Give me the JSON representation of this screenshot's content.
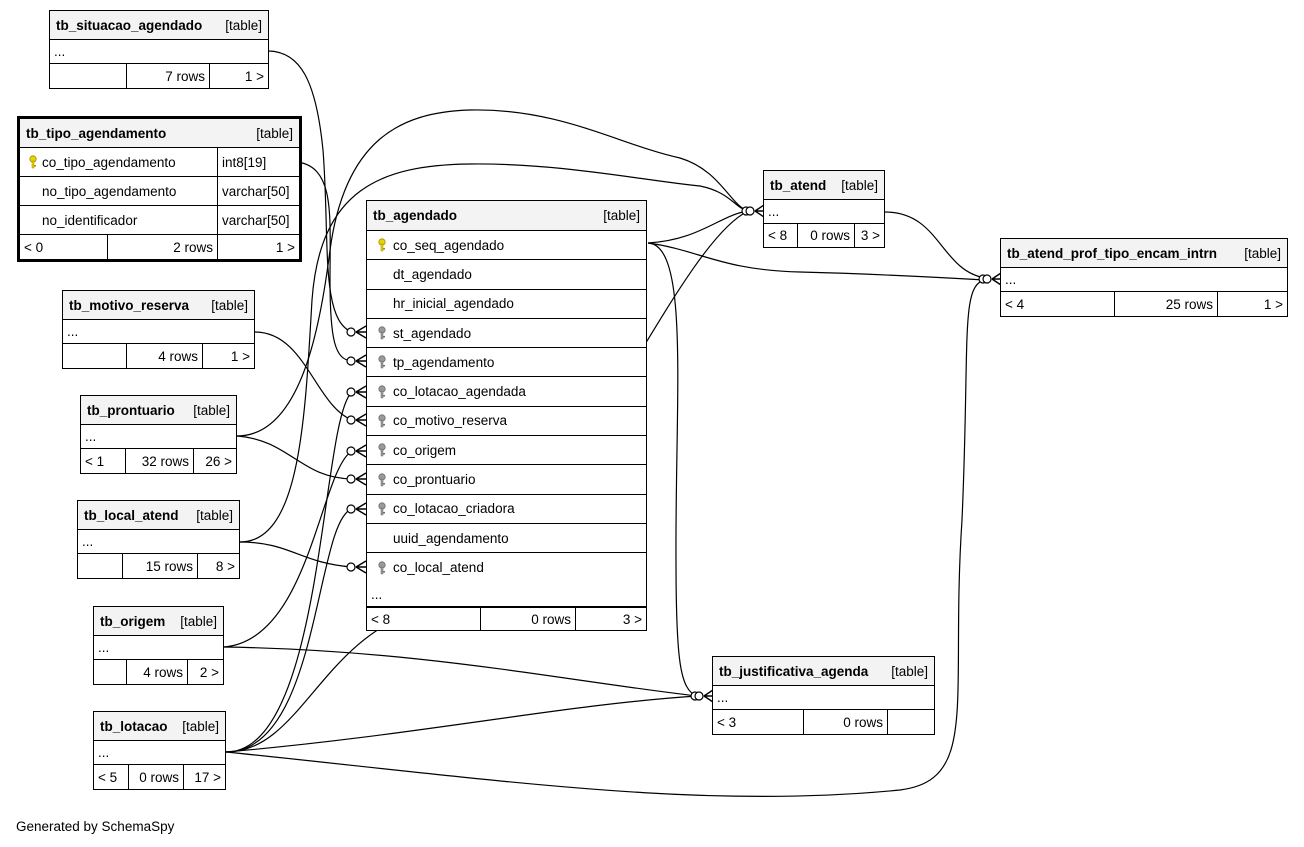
{
  "footer": "Generated by SchemaSpy",
  "tables": {
    "tb_situacao_agendado": {
      "name": "tb_situacao_agendado",
      "kind": "[table]",
      "ellipsis": "...",
      "footer": [
        "",
        "7 rows",
        "1 >"
      ]
    },
    "tb_tipo_agendamento": {
      "name": "tb_tipo_agendamento",
      "kind": "[table]",
      "columns": [
        {
          "name": "co_tipo_agendamento",
          "type": "int8[19]",
          "key": "primary-key-icon"
        },
        {
          "name": "no_tipo_agendamento",
          "type": "varchar[50]",
          "key": ""
        },
        {
          "name": "no_identificador",
          "type": "varchar[50]",
          "key": ""
        }
      ],
      "footer": [
        "< 0",
        "2 rows",
        "1 >"
      ]
    },
    "tb_motivo_reserva": {
      "name": "tb_motivo_reserva",
      "kind": "[table]",
      "ellipsis": "...",
      "footer": [
        "",
        "4 rows",
        "1 >"
      ]
    },
    "tb_prontuario": {
      "name": "tb_prontuario",
      "kind": "[table]",
      "ellipsis": "...",
      "footer": [
        "< 1",
        "32 rows",
        "26 >"
      ]
    },
    "tb_local_atend": {
      "name": "tb_local_atend",
      "kind": "[table]",
      "ellipsis": "...",
      "footer": [
        "",
        "15 rows",
        "8 >"
      ]
    },
    "tb_origem": {
      "name": "tb_origem",
      "kind": "[table]",
      "ellipsis": "...",
      "footer": [
        "",
        "4 rows",
        "2 >"
      ]
    },
    "tb_lotacao": {
      "name": "tb_lotacao",
      "kind": "[table]",
      "ellipsis": "...",
      "footer": [
        "< 5",
        "0 rows",
        "17 >"
      ]
    },
    "tb_agendado": {
      "name": "tb_agendado",
      "kind": "[table]",
      "columns": [
        {
          "name": "co_seq_agendado",
          "key": "primary-key-icon"
        },
        {
          "name": "dt_agendado",
          "key": ""
        },
        {
          "name": "hr_inicial_agendado",
          "key": ""
        },
        {
          "name": "st_agendado",
          "key": "foreign-key-icon"
        },
        {
          "name": "tp_agendamento",
          "key": "foreign-key-icon"
        },
        {
          "name": "co_lotacao_agendada",
          "key": "foreign-key-icon"
        },
        {
          "name": "co_motivo_reserva",
          "key": "foreign-key-icon"
        },
        {
          "name": "co_origem",
          "key": "foreign-key-icon"
        },
        {
          "name": "co_prontuario",
          "key": "foreign-key-icon"
        },
        {
          "name": "co_lotacao_criadora",
          "key": "foreign-key-icon"
        },
        {
          "name": "uuid_agendamento",
          "key": ""
        },
        {
          "name": "co_local_atend",
          "key": "foreign-key-icon"
        }
      ],
      "ellipsis": "...",
      "footer": [
        "< 8",
        "0 rows",
        "3 >"
      ]
    },
    "tb_atend": {
      "name": "tb_atend",
      "kind": "[table]",
      "ellipsis": "...",
      "footer": [
        "< 8",
        "0 rows",
        "3 >"
      ]
    },
    "tb_atend_prof_tipo_encam_intrn": {
      "name": "tb_atend_prof_tipo_encam_intrn",
      "kind": "[table]",
      "ellipsis": "...",
      "footer": [
        "< 4",
        "25 rows",
        "1 >"
      ]
    },
    "tb_justificativa_agenda": {
      "name": "tb_justificativa_agenda",
      "kind": "[table]",
      "ellipsis": "...",
      "footer": [
        "< 3",
        "0 rows",
        ""
      ]
    }
  },
  "colors": {
    "primary_key": "#e8d200",
    "foreign_key": "#9a9a9a",
    "header_bg": "#f3f3f3",
    "line": "#000000"
  }
}
